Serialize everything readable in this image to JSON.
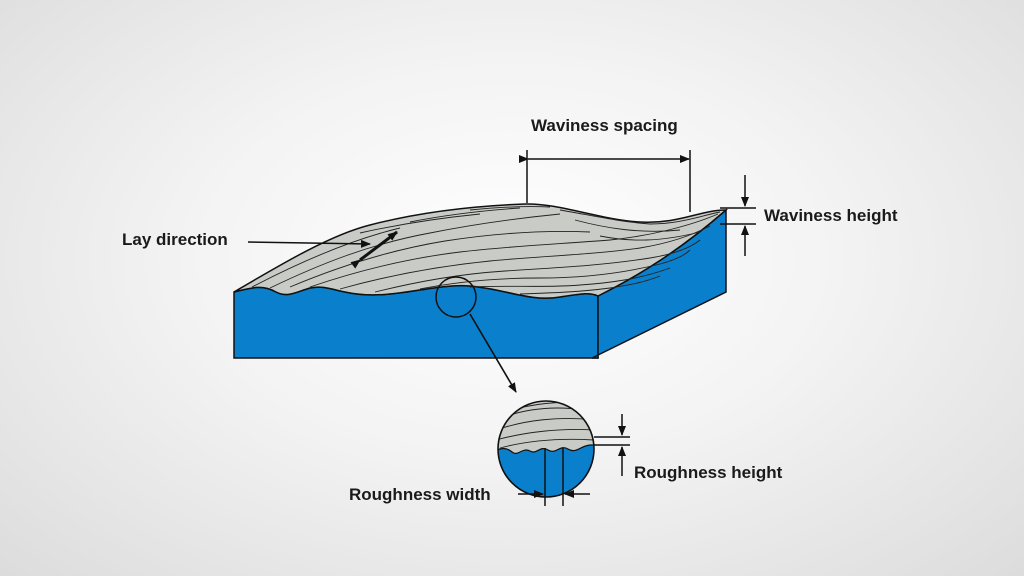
{
  "labels": {
    "waviness_spacing": "Waviness spacing",
    "waviness_height": "Waviness height",
    "lay_direction": "Lay direction",
    "roughness_height": "Roughness height",
    "roughness_width": "Roughness width"
  },
  "colors": {
    "block_blue": "#0a7fcc",
    "surface_gray": "#c9cbc6",
    "line": "#111111"
  }
}
